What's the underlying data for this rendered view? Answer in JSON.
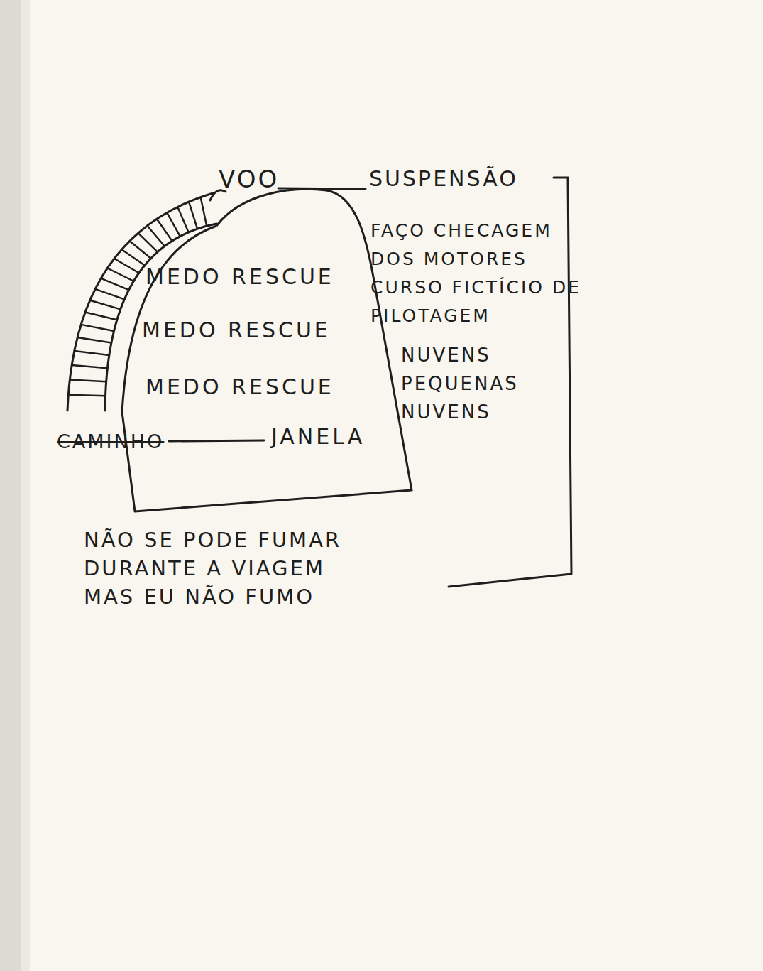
{
  "diagram": {
    "nodes": [
      {
        "text": [
          "MEDO RESCUE",
          "MEDO RESCUE",
          "MEDO RESCUE",
          "JANELA"
        ]
      }
    ],
    "labels": [
      "VOO",
      "SUSPENSÃO",
      "FAÇO CHECAGEM DOS MOTORES CURSO FICTÍCIO DE PILOTAGEM",
      "NUVENS PEQUENAS NUVENS",
      "CAMINHO",
      "NÃO SE PODE FUMAR DURANTE A VIAGEM MAS EU NÃO FUMO"
    ]
  }
}
